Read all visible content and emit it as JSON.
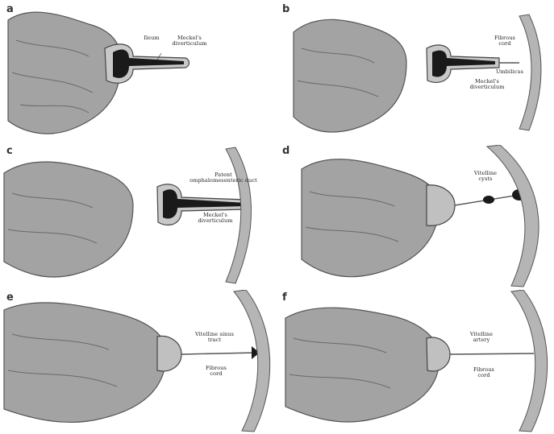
{
  "figure": {
    "panels": [
      {
        "letter": "a",
        "labels": [
          "Ileum",
          "Meckel's diverticulum"
        ]
      },
      {
        "letter": "b",
        "labels": [
          "Fibrous cord",
          "Umbilicus",
          "Meckel's diverticulum"
        ]
      },
      {
        "letter": "c",
        "labels": [
          "Patent omphalomesenteric duct",
          "Meckel's diverticulum"
        ]
      },
      {
        "letter": "d",
        "labels": [
          "Vitelline cysts"
        ]
      },
      {
        "letter": "e",
        "labels": [
          "Vitelline sinus tract",
          "Fibrous cord"
        ]
      },
      {
        "letter": "f",
        "labels": [
          "Vitelline artery",
          "Fibrous cord"
        ]
      }
    ]
  },
  "colors": {
    "tissue": "#9a9a9a",
    "tissue_shadow": "#5a5a5a",
    "lumen": "#1a1a1a",
    "wall": "#b5b5b5",
    "ink": "#222222"
  }
}
